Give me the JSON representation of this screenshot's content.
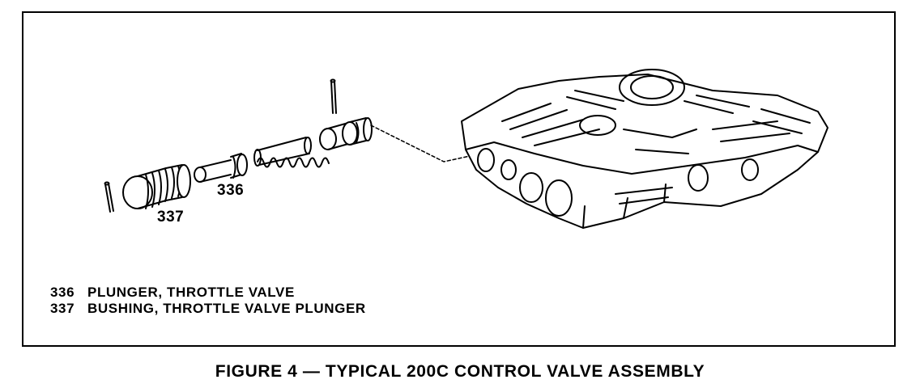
{
  "callouts": {
    "c336": "336",
    "c337": "337"
  },
  "legend": [
    {
      "number": "336",
      "text": "PLUNGER, THROTTLE VALVE"
    },
    {
      "number": "337",
      "text": "BUSHING, THROTTLE VALVE PLUNGER"
    }
  ],
  "caption": "FIGURE 4 — TYPICAL 200C CONTROL VALVE ASSEMBLY"
}
